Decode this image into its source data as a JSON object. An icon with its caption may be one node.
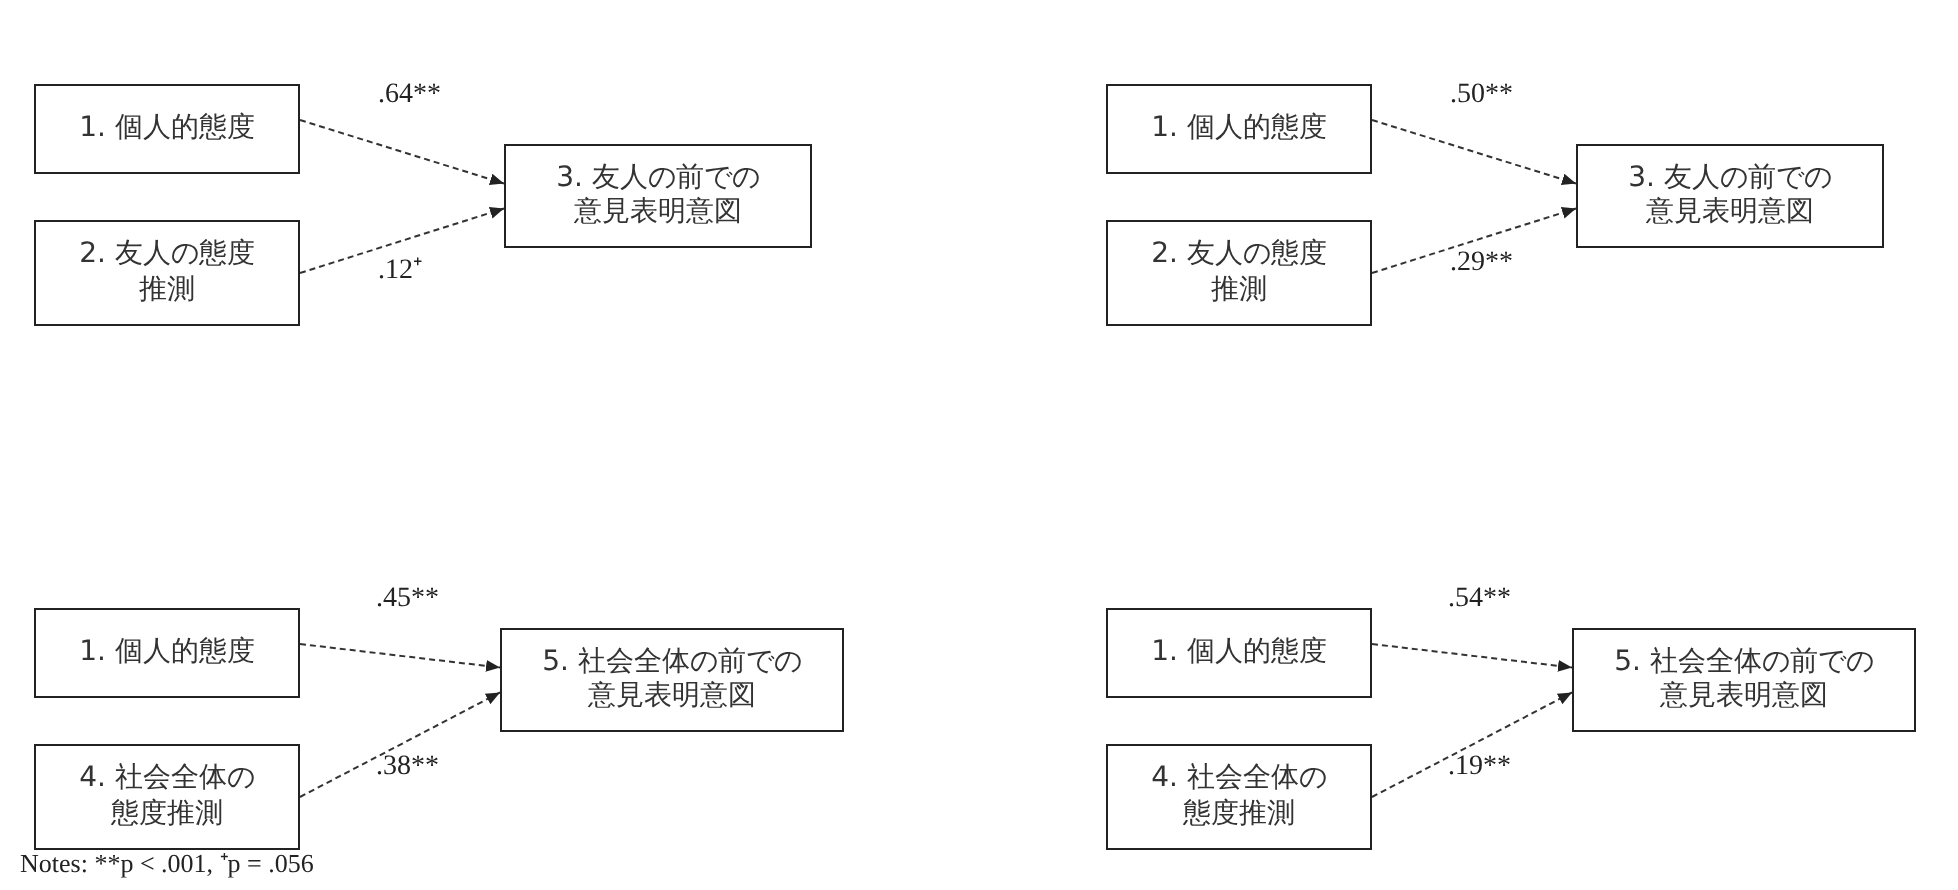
{
  "diagram": {
    "nodes": [
      {
        "text": [
          "1. 個人的態度"
        ]
      },
      {
        "text": [
          "2. 友人の態度推測"
        ]
      },
      {
        "text": [
          "3. 友人の前での意見表明意図"
        ]
      },
      {
        "text": [
          "1. 個人的態度"
        ]
      },
      {
        "text": [
          "2. 友人の態度推測"
        ]
      },
      {
        "text": [
          "3. 友人の前での意見表明意図"
        ]
      },
      {
        "text": [
          "1. 個人的態度"
        ]
      },
      {
        "text": [
          "4. 社会全体の態度推測"
        ]
      },
      {
        "text": [
          "5. 社会全体の前での意見表明意図"
        ]
      },
      {
        "text": [
          "1. 個人的態度"
        ]
      },
      {
        "text": [
          "4. 社会全体の態度推測"
        ]
      },
      {
        "text": [
          "5. 社会全体の前での意見表明意図"
        ]
      }
    ],
    "edges": [
      {
        "from": 0,
        "to": 2,
        "arrow": "to",
        "style": "dashed",
        "label": ".64**"
      },
      {
        "from": 1,
        "to": 2,
        "arrow": "to",
        "style": "dashed",
        "label": ".12⁺"
      },
      {
        "from": 3,
        "to": 5,
        "arrow": "to",
        "style": "dashed",
        "label": ".50**"
      },
      {
        "from": 4,
        "to": 5,
        "arrow": "to",
        "style": "dashed",
        "label": ".29**"
      },
      {
        "from": 6,
        "to": 8,
        "arrow": "to",
        "style": "dashed",
        "label": ".45**"
      },
      {
        "from": 7,
        "to": 8,
        "arrow": "to",
        "style": "dashed",
        "label": ".38**"
      },
      {
        "from": 9,
        "to": 11,
        "arrow": "to",
        "style": "dashed",
        "label": ".54**"
      },
      {
        "from": 10,
        "to": 11,
        "arrow": "to",
        "style": "dashed",
        "label": ".19**"
      }
    ],
    "labels": [
      "Notes: **p < .001, ⁺p = .056"
    ]
  }
}
